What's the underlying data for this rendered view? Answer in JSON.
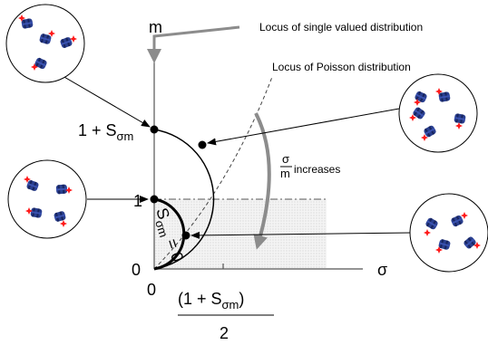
{
  "axes": {
    "y_label": "m",
    "x_label": "σ",
    "origin_x": "0",
    "origin_y": "0",
    "y_tick_1": "1",
    "y_tick_top": {
      "prefix": "1 + S",
      "sub": "σm"
    },
    "x_tick": {
      "numerator_prefix": "(1 + S",
      "numerator_sub": "σm",
      "numerator_suffix": ")",
      "denominator": "2"
    }
  },
  "annotations": {
    "single_valued": "Locus of single valued distribution",
    "poisson": "Locus of Poisson distribution",
    "ratio_numerator": "σ",
    "ratio_denominator": "m",
    "increases": "increases",
    "inner_arc": {
      "prefix": "S",
      "sub": "σm",
      "suffix": " = 0"
    }
  },
  "colors": {
    "particle": "#2a3f8f",
    "particle_dark": "#17245e",
    "marker": "#ff1a1a",
    "accent_arrow": "#8c8c8c",
    "shade": "#efefef"
  }
}
